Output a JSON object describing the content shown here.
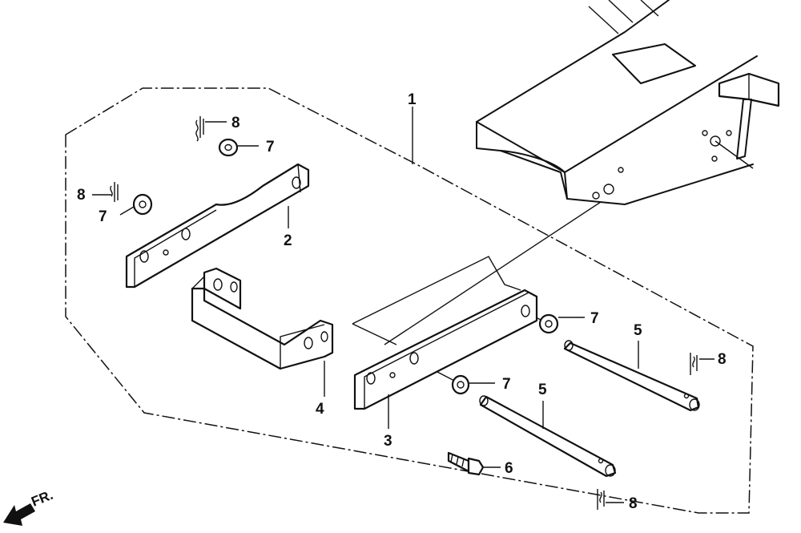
{
  "callouts": {
    "c1": "1",
    "c2": "2",
    "c3": "3",
    "c4": "4",
    "c5a": "5",
    "c5b": "5",
    "c6": "6",
    "c7a": "7",
    "c7b": "7",
    "c7c": "7",
    "c7d": "7",
    "c8a": "8",
    "c8b": "8",
    "c8c": "8",
    "c8d": "8"
  },
  "direction_marker": {
    "label": "FR."
  }
}
